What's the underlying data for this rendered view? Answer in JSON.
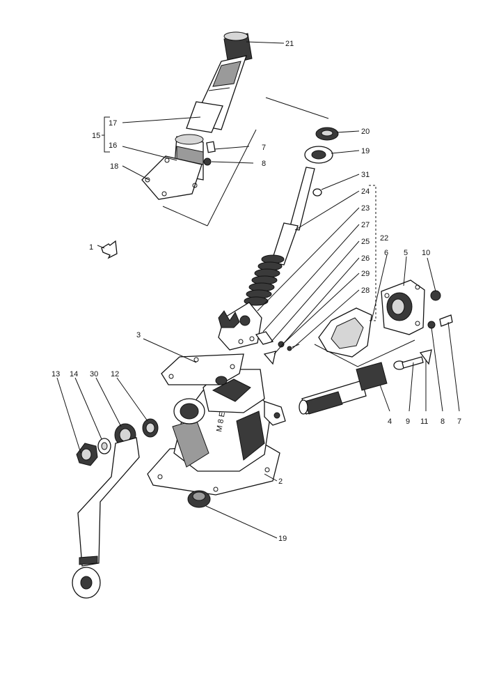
{
  "diagram": {
    "callouts": [
      {
        "id": "c21a",
        "text": "21"
      },
      {
        "id": "c17",
        "text": "17"
      },
      {
        "id": "c15",
        "text": "15"
      },
      {
        "id": "c16",
        "text": "16"
      },
      {
        "id": "c18",
        "text": "18"
      },
      {
        "id": "c7a",
        "text": "7"
      },
      {
        "id": "c8a",
        "text": "8"
      },
      {
        "id": "c20",
        "text": "20"
      },
      {
        "id": "c19a",
        "text": "19"
      },
      {
        "id": "c31",
        "text": "31"
      },
      {
        "id": "c24",
        "text": "24"
      },
      {
        "id": "c23",
        "text": "23"
      },
      {
        "id": "c27",
        "text": "27"
      },
      {
        "id": "c22",
        "text": "22"
      },
      {
        "id": "c25",
        "text": "25"
      },
      {
        "id": "c26",
        "text": "26"
      },
      {
        "id": "c29",
        "text": "29"
      },
      {
        "id": "c28",
        "text": "28"
      },
      {
        "id": "c6",
        "text": "6"
      },
      {
        "id": "c5",
        "text": "5"
      },
      {
        "id": "c10",
        "text": "10"
      },
      {
        "id": "c1",
        "text": "1"
      },
      {
        "id": "c3",
        "text": "3"
      },
      {
        "id": "c13",
        "text": "13"
      },
      {
        "id": "c14",
        "text": "14"
      },
      {
        "id": "c30",
        "text": "30"
      },
      {
        "id": "c12",
        "text": "12"
      },
      {
        "id": "c2",
        "text": "2"
      },
      {
        "id": "c4",
        "text": "4"
      },
      {
        "id": "c9",
        "text": "9"
      },
      {
        "id": "c11",
        "text": "11"
      },
      {
        "id": "c8b",
        "text": "8"
      },
      {
        "id": "c7b",
        "text": "7"
      },
      {
        "id": "c19b",
        "text": "19"
      }
    ],
    "housing_marking": "M 8 E"
  }
}
